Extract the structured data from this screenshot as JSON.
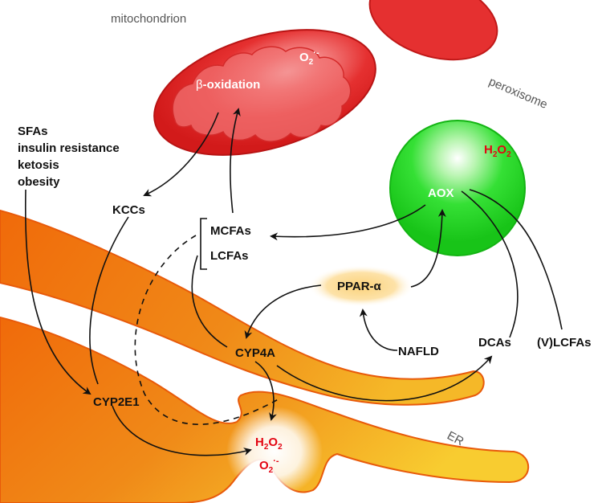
{
  "labels": {
    "mitochondrion": "mitochondrion",
    "peroxisome": "peroxisome",
    "er": "ER",
    "beta_prefix": "β",
    "beta_oxidation": "-oxidation",
    "aox": "AOX",
    "kccs": "KCCs",
    "mcfas": "MCFAs",
    "lcfas": "LCFAs",
    "ppar_alpha": "PPAR-α",
    "cyp4a": "CYP4A",
    "cyp2e1": "CYP2E1",
    "nafld": "NAFLD",
    "dcas": "DCAs",
    "vlcfas": "(V)LCFAs"
  },
  "risk_factors": [
    "SFAs",
    "insulin resistance",
    "ketosis",
    "obesity"
  ],
  "ros": {
    "h2o2_base": "H",
    "h2o2_sub1": "2",
    "h2o2_mid": "O",
    "h2o2_sub2": "2",
    "superoxide_base": "O",
    "superoxide_sub": "2",
    "superoxide_sup": "·-"
  },
  "colors": {
    "mito_fill": "#e53030",
    "mito_inner": "#f07070",
    "peroxisome_fill": "#22dd22",
    "er_fill": "#f07a10",
    "er_light": "#f5b020",
    "ros_text": "#e30613",
    "arrow": "#111111"
  }
}
